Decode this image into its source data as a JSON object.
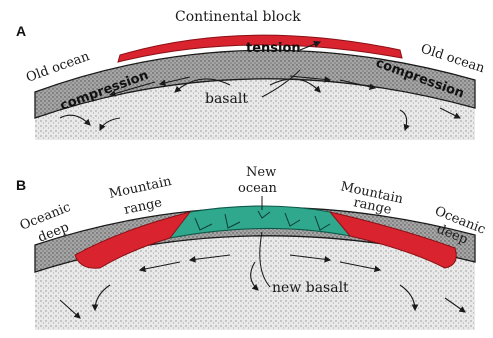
{
  "panel_a": {
    "letter": "A",
    "continental_block": "Continental block",
    "old_ocean_left": "Old ocean",
    "old_ocean_right": "Old ocean",
    "tension": "tension",
    "compression_left": "compression",
    "compression_right": "compression",
    "basalt": "basalt"
  },
  "panel_b": {
    "letter": "B",
    "new_ocean_line1": "New",
    "new_ocean_line2": "ocean",
    "mountain_left_line1": "Mountain",
    "mountain_left_line2": "range",
    "mountain_right_line1": "Mountain",
    "mountain_right_line2": "range",
    "oceanic_left_line1": "Oceanic",
    "oceanic_left_line2": "deep",
    "oceanic_right_line1": "Oceanic",
    "oceanic_right_line2": "deep",
    "new_basalt": "new basalt"
  },
  "colors": {
    "continent": "#d9232e",
    "new_ocean": "#2fa88e",
    "crust_fill": "#9a9a9a",
    "mantle_fill": "#e6e6e6",
    "ink": "#1a1a1a"
  }
}
